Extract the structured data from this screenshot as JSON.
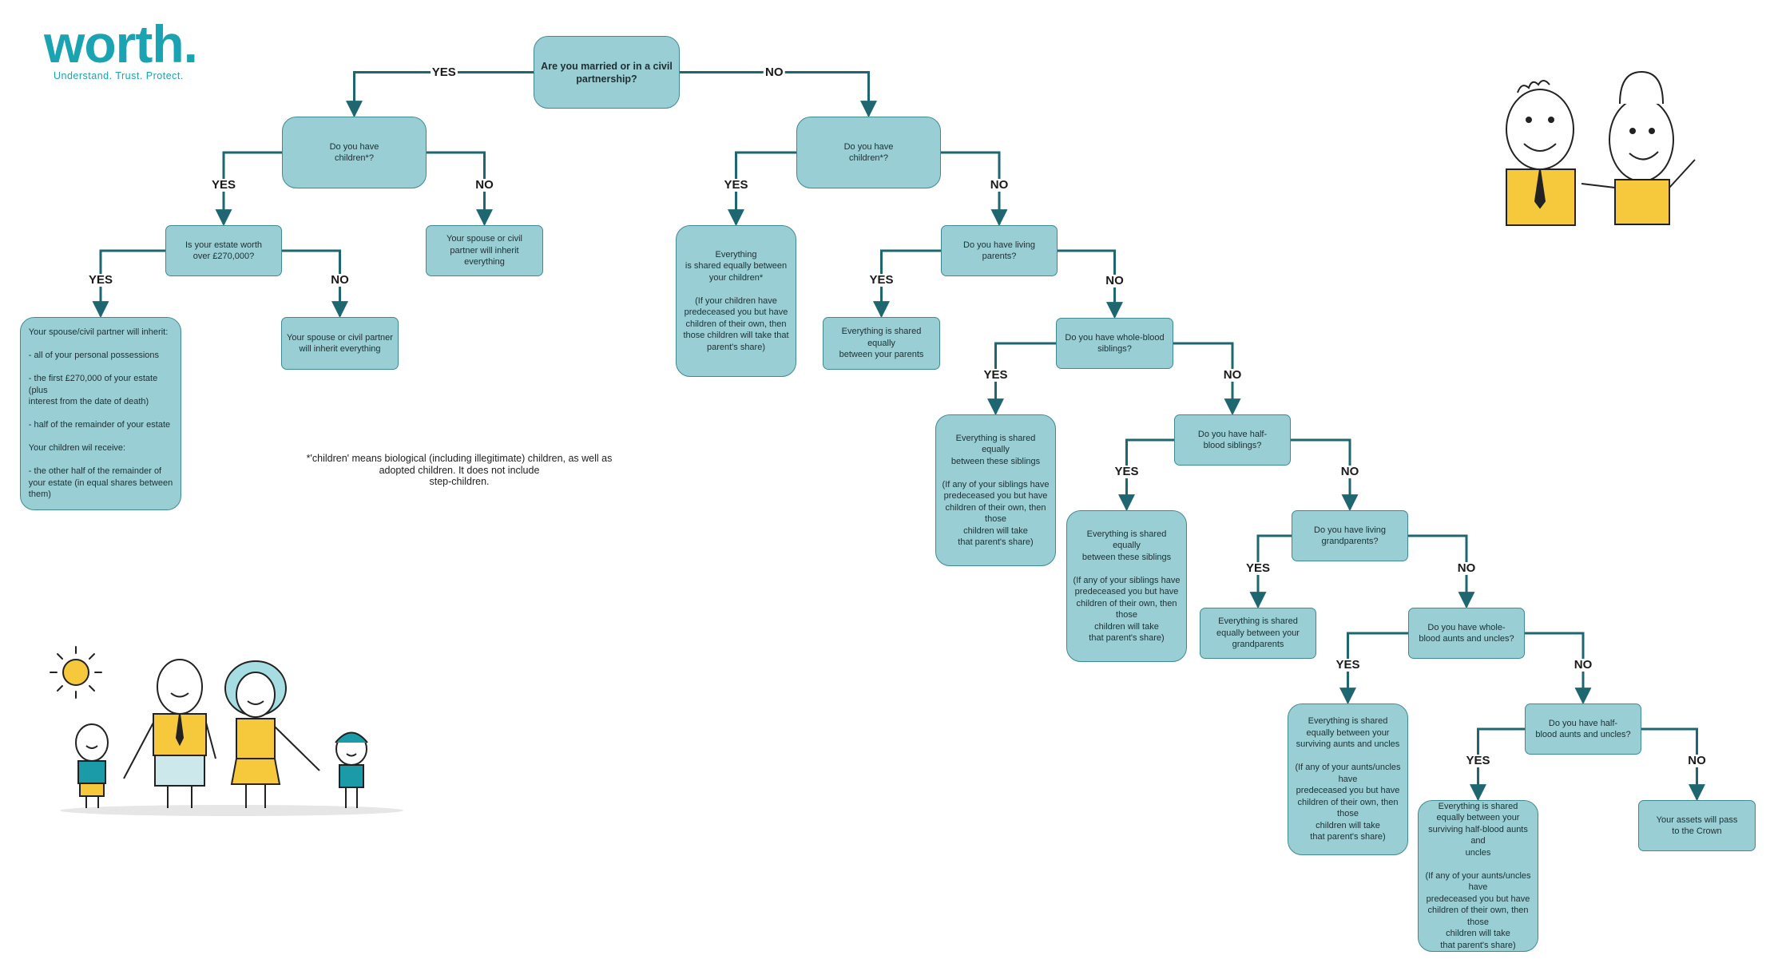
{
  "logo": {
    "word": "worth",
    "tagline": "Understand. Trust. Protect."
  },
  "colors": {
    "box_fill": "#99cfd4",
    "box_border": "#3f8a92",
    "connector": "#1e6770",
    "brand": "#1aa3b2"
  },
  "labels": {
    "yes": "YES",
    "no": "NO"
  },
  "note": "*'children' means biological (including illegitimate) children, as well as adopted children.  It does not include\nstep-children.",
  "nodes": [
    {
      "id": "root",
      "text": "Are you married or in a civil\npartnership?"
    },
    {
      "id": "kids_m",
      "text": "Do you have\nchildren*?"
    },
    {
      "id": "kids_u",
      "text": "Do you have\nchildren*?"
    },
    {
      "id": "estate",
      "text": "Is your estate worth\nover £270,000?"
    },
    {
      "id": "spouse_all1",
      "text": "Your spouse or civil\npartner will inherit\neverything"
    },
    {
      "id": "spouse_inherit",
      "text": "Your spouse/civil partner will inherit:\n\n- all of your personal possessions\n\n- the first £270,000 of your estate\n(plus\ninterest from the date of death)\n\n- half of the remainder of your estate\n\nYour children wil receive:\n\n- the other half of the remainder of\nyour estate (in equal shares between\nthem)"
    },
    {
      "id": "spouse_all2",
      "text": "Your spouse or civil partner\nwill inherit everything"
    },
    {
      "id": "children_share",
      "text": "Everything\nis shared equally between\nyour children*\n\n(If your children have\npredeceased you but have\nchildren of their own, then\nthose children will take that\nparent's share)"
    },
    {
      "id": "parents_q",
      "text": "Do you have living\nparents?"
    },
    {
      "id": "parents_share",
      "text": "Everything is shared equally\nbetween your parents"
    },
    {
      "id": "whole_sib_q",
      "text": "Do you have whole-blood\nsiblings?"
    },
    {
      "id": "whole_sib_share",
      "text": "Everything is shared equally\nbetween these siblings\n\n(If any of your siblings have\npredeceased you but have\nchildren of their own, then those\nchildren will take\nthat parent's share)"
    },
    {
      "id": "half_sib_q",
      "text": "Do you have half-\nblood siblings?"
    },
    {
      "id": "half_sib_share",
      "text": "Everything is shared equally\nbetween these siblings\n\n(If any of your siblings have\npredeceased you but have\nchildren of their own, then those\nchildren will take\nthat parent's share)"
    },
    {
      "id": "gp_q",
      "text": "Do you have living\ngrandparents?"
    },
    {
      "id": "gp_share",
      "text": "Everything is shared\nequally between your\ngrandparents"
    },
    {
      "id": "whole_au_q",
      "text": "Do you have whole-\nblood aunts and uncles?"
    },
    {
      "id": "whole_au_share",
      "text": "Everything is shared\nequally between your\nsurviving aunts and uncles\n\n(If any of your aunts/uncles have\npredeceased you but have\nchildren of their own, then those\nchildren will take\nthat parent's share)"
    },
    {
      "id": "half_au_q",
      "text": "Do you have half-\nblood aunts and uncles?"
    },
    {
      "id": "half_au_share",
      "text": "Everything is shared\nequally between your\nsurviving half-blood aunts and\nuncles\n\n(If any of your aunts/uncles have\npredeceased you but have\nchildren of their own, then those\nchildren will take\nthat parent's share)"
    },
    {
      "id": "crown",
      "text": "Your assets will pass\nto the Crown"
    }
  ],
  "edges": [
    {
      "from": "root",
      "to": "kids_m",
      "answer": "yes"
    },
    {
      "from": "root",
      "to": "kids_u",
      "answer": "no"
    },
    {
      "from": "kids_m",
      "to": "estate",
      "answer": "yes"
    },
    {
      "from": "kids_m",
      "to": "spouse_all1",
      "answer": "no"
    },
    {
      "from": "estate",
      "to": "spouse_inherit",
      "answer": "yes"
    },
    {
      "from": "estate",
      "to": "spouse_all2",
      "answer": "no"
    },
    {
      "from": "kids_u",
      "to": "children_share",
      "answer": "yes"
    },
    {
      "from": "kids_u",
      "to": "parents_q",
      "answer": "no"
    },
    {
      "from": "parents_q",
      "to": "parents_share",
      "answer": "yes"
    },
    {
      "from": "parents_q",
      "to": "whole_sib_q",
      "answer": "no"
    },
    {
      "from": "whole_sib_q",
      "to": "whole_sib_share",
      "answer": "yes"
    },
    {
      "from": "whole_sib_q",
      "to": "half_sib_q",
      "answer": "no"
    },
    {
      "from": "half_sib_q",
      "to": "half_sib_share",
      "answer": "yes"
    },
    {
      "from": "half_sib_q",
      "to": "gp_q",
      "answer": "no"
    },
    {
      "from": "gp_q",
      "to": "gp_share",
      "answer": "yes"
    },
    {
      "from": "gp_q",
      "to": "whole_au_q",
      "answer": "no"
    },
    {
      "from": "whole_au_q",
      "to": "whole_au_share",
      "answer": "yes"
    },
    {
      "from": "whole_au_q",
      "to": "half_au_q",
      "answer": "no"
    },
    {
      "from": "half_au_q",
      "to": "half_au_share",
      "answer": "yes"
    },
    {
      "from": "half_au_q",
      "to": "crown",
      "answer": "no"
    }
  ],
  "illustrations": [
    {
      "name": "family-illustration",
      "icon": "family-icon"
    },
    {
      "name": "couple-illustration",
      "icon": "couple-icon"
    }
  ]
}
